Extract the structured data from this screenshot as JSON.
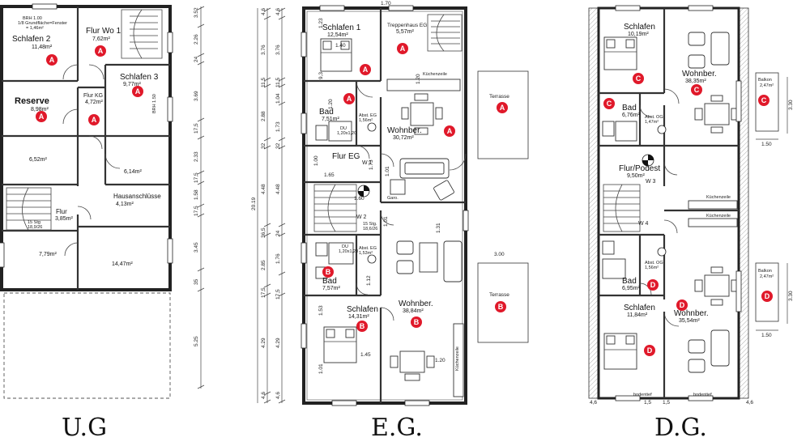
{
  "captions": [
    "U.G",
    "E.G.",
    "D.G."
  ],
  "ug": {
    "rooms": [
      {
        "name": "Schlafen 2",
        "area": "11,48m²"
      },
      {
        "name": "Flur Wo 1",
        "area": "7,62m²"
      },
      {
        "name": "Schlafen 3",
        "area": "9,77m²"
      },
      {
        "name": "Reserve",
        "area": "8,98m²"
      },
      {
        "name": "Flur KG",
        "area": "4,72m²"
      },
      {
        "name": "",
        "area": "6,52m²"
      },
      {
        "name": "",
        "area": "6,14m²"
      },
      {
        "name": "Hausanschlüsse",
        "area": "4,13m²"
      },
      {
        "name": "Flur",
        "area": "3,85m²"
      },
      {
        "name": "",
        "area": "7,79m²"
      },
      {
        "name": "",
        "area": "14,47m²"
      }
    ],
    "notes": [
      "BRH 1.00",
      "1/8 Grundfläche=Fenster",
      "= 1,46m²",
      "BRH 1.50",
      "15 Stg",
      "18,9/26"
    ],
    "dims": [
      "3.52",
      "2.26",
      "24",
      "3.69",
      "17,5",
      "2.33",
      "17,5",
      "1.58",
      "17,5",
      "3.45",
      "35",
      "5.25"
    ],
    "badge": "A"
  },
  "eg": {
    "rooms": [
      {
        "name": "Schlafen 1",
        "area": "12,54m²"
      },
      {
        "name": "Treppenhaus EG",
        "area": "5,57m²"
      },
      {
        "name": "Bad",
        "area": "7,51m²"
      },
      {
        "name": "Abst. EG",
        "area": "1,56m²"
      },
      {
        "name": "Wohnber.",
        "area": "30,72m²"
      },
      {
        "name": "Flur EG",
        "area": ""
      },
      {
        "name": "Abst. EG",
        "area": "1,53m²"
      },
      {
        "name": "Bad",
        "area": "7,57m²"
      },
      {
        "name": "Schlafen",
        "area": "14,31m²"
      },
      {
        "name": "Wohnber.",
        "area": "38,84m²"
      }
    ],
    "labels": [
      "Küchenzeile",
      "Terrasse",
      "Terrasse",
      "Garo.",
      "DU",
      "1,20x1,20",
      "DU",
      "1,20x1,20",
      "Küchenzeile",
      "15 Stg.",
      "18,6/26",
      "W 1",
      "W 2"
    ],
    "dims_left": [
      "4,6",
      "3.76",
      "11,5",
      "2.88",
      "32",
      "4.48",
      "36,5",
      "2.85",
      "17,5",
      "4.29",
      "4,6"
    ],
    "dims_mid": [
      "4,6",
      "3.76",
      "11,5",
      "1.04",
      "1.73",
      "32",
      "4.48",
      "24",
      "1.76",
      "17,5",
      "4.29",
      "4,6"
    ],
    "dims_total": "20.19",
    "dims_inner": [
      "1.23",
      "1.40",
      "9,3",
      "1.20",
      "1.20",
      "1.00",
      "1.65",
      "1.73",
      "1.01",
      "1.60",
      "1.31",
      "1.01",
      "1.12",
      "1.53",
      "1.45",
      "1.20",
      "1.01",
      "3.00"
    ],
    "top_dim": "1.70",
    "badges": [
      "A",
      "B"
    ]
  },
  "dg": {
    "rooms": [
      {
        "name": "Schlafen",
        "area": "10,19m²"
      },
      {
        "name": "Wohnber.",
        "area": "38,35m²"
      },
      {
        "name": "Balkon",
        "area": "2,47m²"
      },
      {
        "name": "Bad",
        "area": "6,76m²"
      },
      {
        "name": "Abst. OG",
        "area": "1,47m²"
      },
      {
        "name": "Flur/Podest",
        "area": "9,50m²"
      },
      {
        "name": "Abst. OG",
        "area": "1,56m²"
      },
      {
        "name": "Bad",
        "area": "6,95m²"
      },
      {
        "name": "Balkon",
        "area": "2,47m²"
      },
      {
        "name": "Schlafen",
        "area": "11,84m²"
      },
      {
        "name": "Wohnber.",
        "area": "35,54m²"
      }
    ],
    "labels": [
      "Küchenzeile",
      "Küchenzeile",
      "bodentief",
      "bodentief",
      "W 3",
      "W 4"
    ],
    "dims": [
      "3.30",
      "1.50",
      "3.30",
      "1.50"
    ],
    "bottom_dims": [
      "4,6",
      "1,5",
      "1,5",
      "4,6"
    ],
    "badges": [
      "C",
      "D"
    ]
  }
}
